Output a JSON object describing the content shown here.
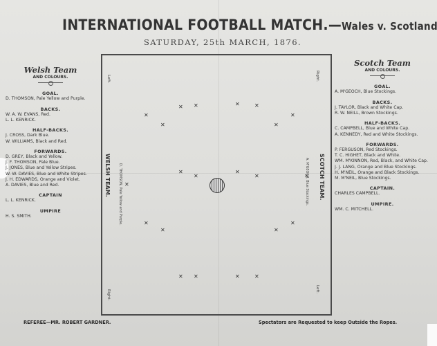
{
  "header": {
    "title_main": "INTERNATIONAL FOOTBALL MATCH.",
    "title_dash": "—",
    "title_teams": "Wales v. Scotland.",
    "date": "SATURDAY, 25th MARCH, 1876."
  },
  "welsh": {
    "heading": "Welsh Team",
    "sub": "AND COLOURS.",
    "sections": [
      {
        "title": "GOAL.",
        "players": [
          "D. THOMSON, Pale Yellow and Purple."
        ]
      },
      {
        "title": "BACKS.",
        "players": [
          "W. A. W. EVANS, Red.",
          "L. L. KENRICK."
        ]
      },
      {
        "title": "HALF-BACKS.",
        "players": [
          "J. CROSS, Dark Blue.",
          "W. WILLIAMS, Black and Red."
        ]
      },
      {
        "title": "FORWARDS.",
        "players": [
          "D. GREY, Black and Yellow.",
          "J. F. THOMSON, Pale Blue.",
          "J. JONES, Blue and Yellow Stripes.",
          "W. W. DAVIES, Blue and White Stripes.",
          "J. H. EDWARDS, Orange and Violet.",
          "A. DAVIES, Blue and Red."
        ]
      },
      {
        "title": "CAPTAIN",
        "players": [
          "L. L. KENRICK."
        ]
      },
      {
        "title": "UMPIRE",
        "players": [
          "H. S. SMITH."
        ]
      }
    ]
  },
  "scotch": {
    "heading": "Scotch Team",
    "sub": "AND COLOURS.",
    "sections": [
      {
        "title": "GOAL.",
        "players": [
          "A. M'GEOCH, Blue Stockings."
        ]
      },
      {
        "title": "BACKS.",
        "players": [
          "J. TAYLOR, Black and White Cap.",
          "R. W. NEILL, Brown Stockings."
        ]
      },
      {
        "title": "HALF-BACKS.",
        "players": [
          "C. CAMPBELL, Blue and White Cap.",
          "A. KENNEDY, Red and White Stockings."
        ]
      },
      {
        "title": "FORWARDS.",
        "players": [
          "P. FERGUSON, Red Stockings.",
          "T. C. HIGHET, Black and White.",
          "WM. M'KINNON, Red, Black, and White Cap.",
          "J. J. LANG, Orange and Blue Stockings.",
          "H. M'NEIL, Orange and Black Stockings.",
          "M. M'NEIL, Blue Stockings."
        ]
      },
      {
        "title": "CAPTAIN.",
        "players": [
          "CHARLES CAMPBELL."
        ]
      },
      {
        "title": "UMPIRE.",
        "players": [
          "WM. C. MITCHELL."
        ]
      }
    ]
  },
  "pitch": {
    "welsh_label": "WELSH TEAM.",
    "scotch_label": "SCOTCH TEAM.",
    "left_top": "Left.",
    "right_top": "Right.",
    "left_bottom": "Right.",
    "right_bottom": "Left."
  },
  "footer": {
    "referee": "REFEREE—MR. ROBERT GARDNER.",
    "notice": "Spectators are Requested to keep Outside the Ropes."
  }
}
